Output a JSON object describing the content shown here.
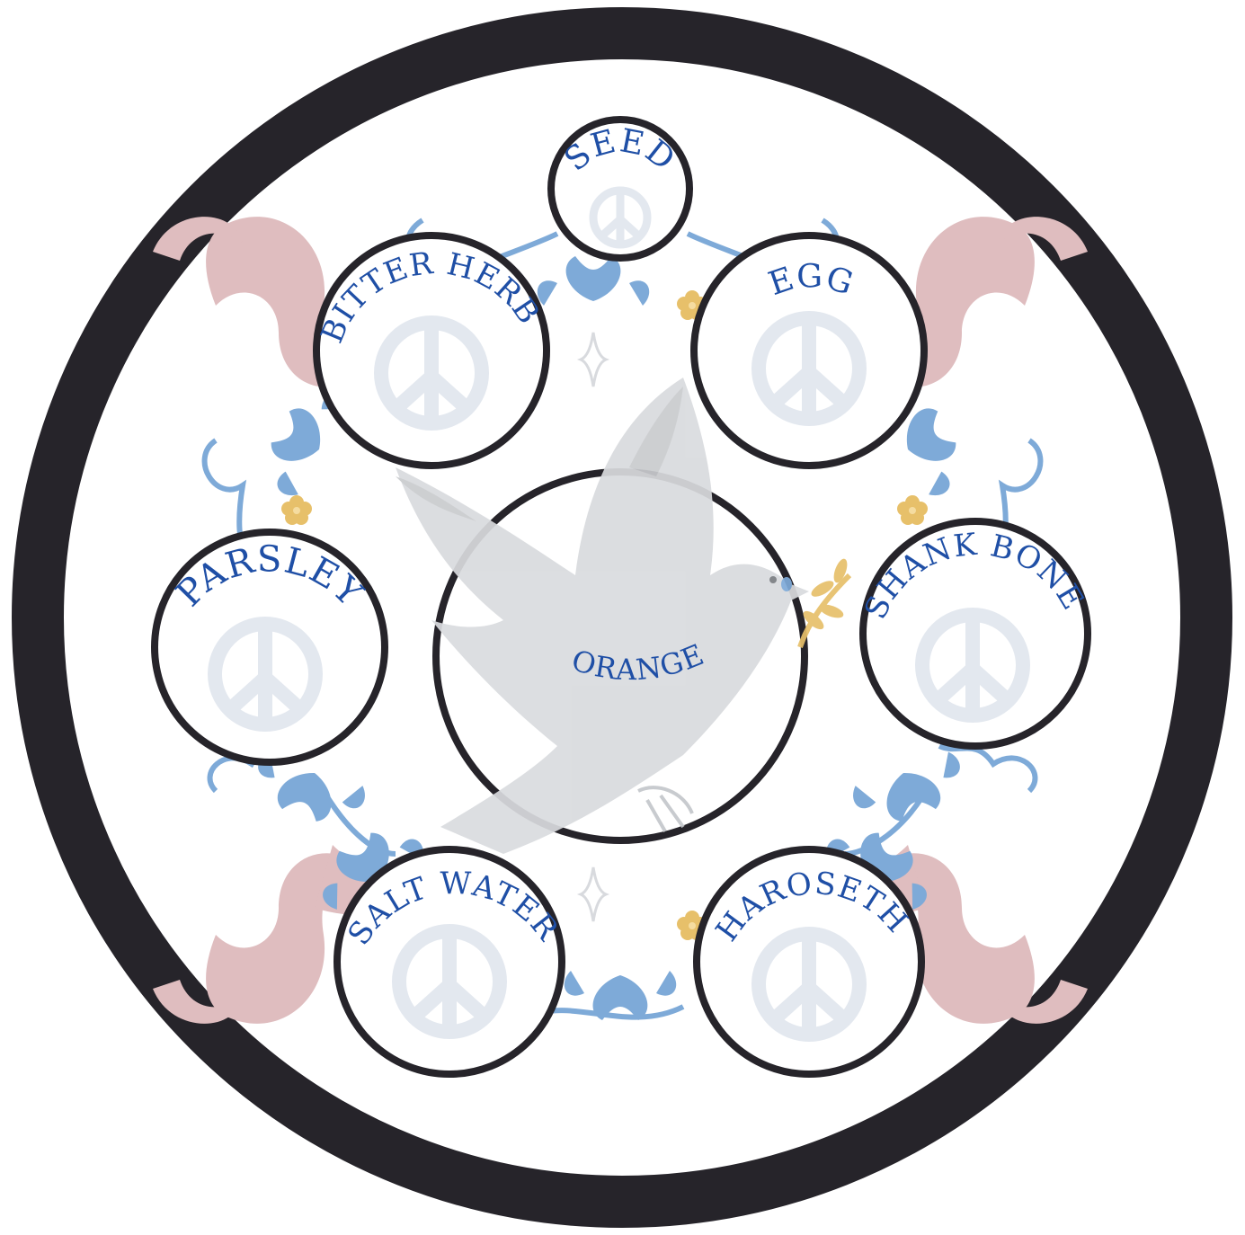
{
  "plate": {
    "center_label": "ORANGE",
    "items": [
      {
        "id": "seed",
        "label": "SEED"
      },
      {
        "id": "bitter-herb",
        "label": "BITTER HERB"
      },
      {
        "id": "egg",
        "label": "EGG"
      },
      {
        "id": "parsley",
        "label": "PARSLEY"
      },
      {
        "id": "shank-bone",
        "label": "SHANK BONE"
      },
      {
        "id": "salt-water",
        "label": "SALT WATER"
      },
      {
        "id": "haroseth",
        "label": "HAROSETH"
      }
    ],
    "icons": {
      "slot_icon": "peace-sign-icon",
      "center_icon": "dove-with-olive-branch-icon"
    }
  },
  "colors": {
    "rim": "#26242a",
    "label": "#1f4fa6",
    "peace": "#e3e8ef",
    "dove": "#d9dbde",
    "blue_ornament": "#7eaad8",
    "pink_ornament": "#dfbdbf",
    "gold_ornament": "#e7c06a"
  }
}
